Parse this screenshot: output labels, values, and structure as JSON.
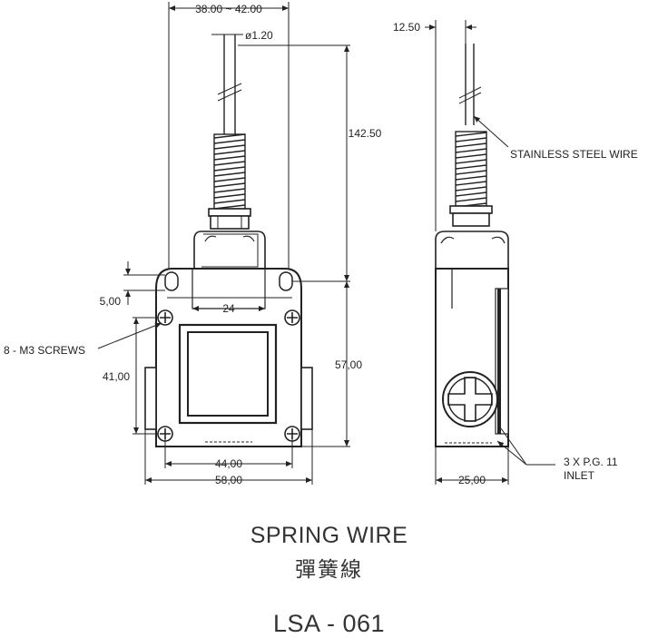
{
  "dimensions": {
    "lever_span": "38.00 ~ 42.00",
    "wire_dia": "ø1.20",
    "wire_length": "142.50",
    "side_offset": "12.50",
    "mount_hole_offset": "5,00",
    "hole_spacing_top": "24",
    "screws": "8 - M3 SCREWS",
    "body_height_inner": "41,00",
    "body_height": "57,00",
    "hole_spacing_bottom": "44,00",
    "body_width": "58,00",
    "body_depth": "25,00"
  },
  "callouts": {
    "stainless": "STAINLESS STEEL WIRE",
    "inlet_line1": "3 X P.G. 11",
    "inlet_line2": "INLET"
  },
  "title": {
    "name": "SPRING WIRE",
    "chinese": "彈簧線",
    "model": "LSA - 061"
  }
}
